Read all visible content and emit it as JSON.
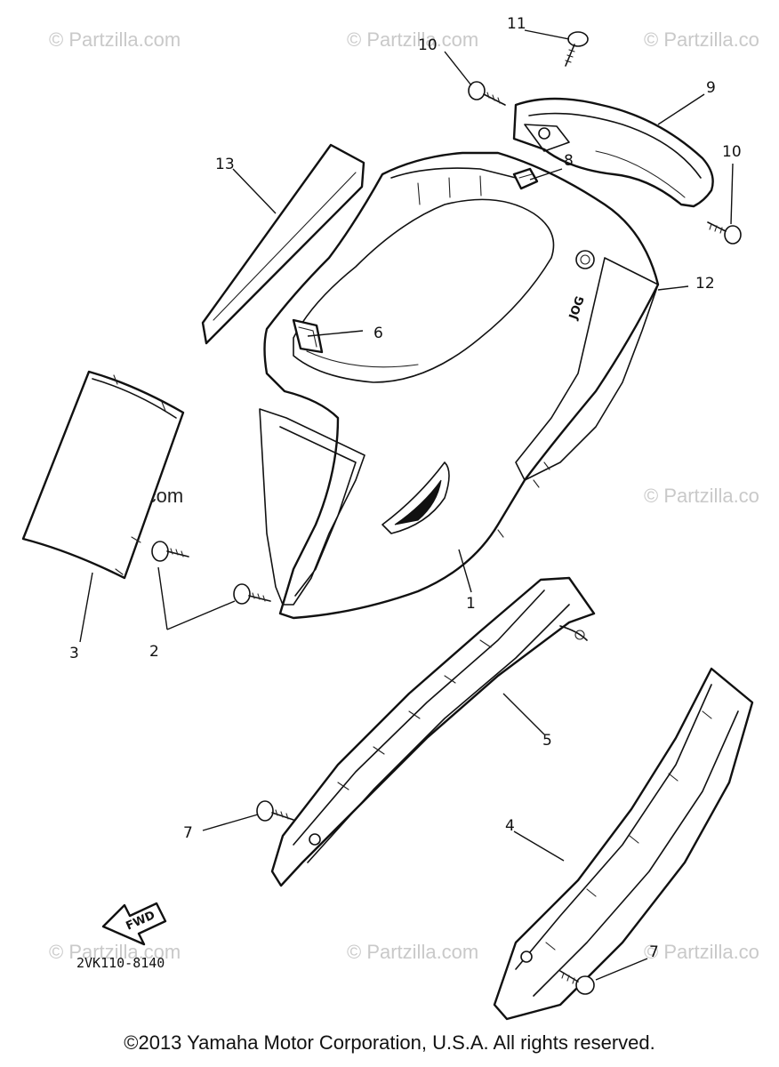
{
  "watermark_text": "© Partzilla.com",
  "watermark_partial": "© Partzilla.co",
  "part_code": "2VK110-8140",
  "fwd_label": "FWD",
  "logo_text": "JOG",
  "copyright": "©2013  Yamaha Motor Corporation, U.S.A. All rights reserved.",
  "callouts": {
    "c1": "1",
    "c2": "2",
    "c3": "3",
    "c4": "4",
    "c5": "5",
    "c6": "6",
    "c7a": "7",
    "c7b": "7",
    "c8": "8",
    "c9": "9",
    "c10a": "10",
    "c10b": "10",
    "c11": "11",
    "c12": "12",
    "c13": "13"
  }
}
